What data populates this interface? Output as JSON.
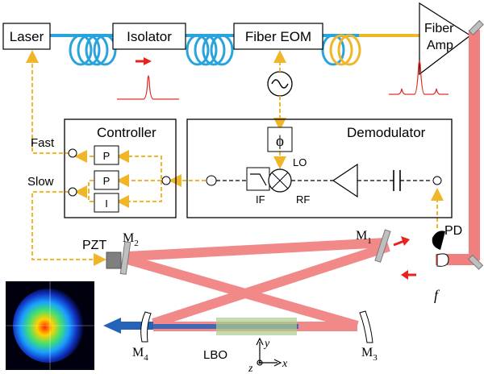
{
  "colors": {
    "fiber": "#29a3dc",
    "fiber_yellow": "#f0b62a",
    "beam": "#f08080",
    "control": "#f0b62a",
    "spectrum": "#e0302a",
    "arrow_red": "#e8231c",
    "blue_beam": "#2563b8",
    "crystal": "#a9cf8d",
    "mirror": "#bfbfbf",
    "pzt": "#7f7f7f"
  },
  "labels": {
    "laser": "Laser",
    "isolator": "Isolator",
    "fiber_eom": "Fiber EOM",
    "fiber_amp_1": "Fiber",
    "fiber_amp_2": "Amp",
    "controller": "Controller",
    "demodulator": "Demodulator",
    "fast": "Fast",
    "slow": "Slow",
    "p1": "P",
    "p2": "P",
    "i": "I",
    "phi": "ϕ",
    "lo": "LO",
    "if": "IF",
    "rf": "RF",
    "pd": "PD",
    "pzt": "PZT",
    "m1_main": "M",
    "m1_sub": "1",
    "m2_main": "M",
    "m2_sub": "2",
    "m3_main": "M",
    "m3_sub": "3",
    "m4_main": "M",
    "m4_sub": "4",
    "lbo": "LBO",
    "f": "f",
    "axis_x": "x",
    "axis_y": "y",
    "axis_z": "z"
  },
  "icons": {
    "oscillator": "sine-source-icon",
    "mixer": "mixer-icon",
    "lowpass": "low-pass-filter-icon",
    "amplifier": "amplifier-icon",
    "capacitor": "capacitor-icon"
  }
}
